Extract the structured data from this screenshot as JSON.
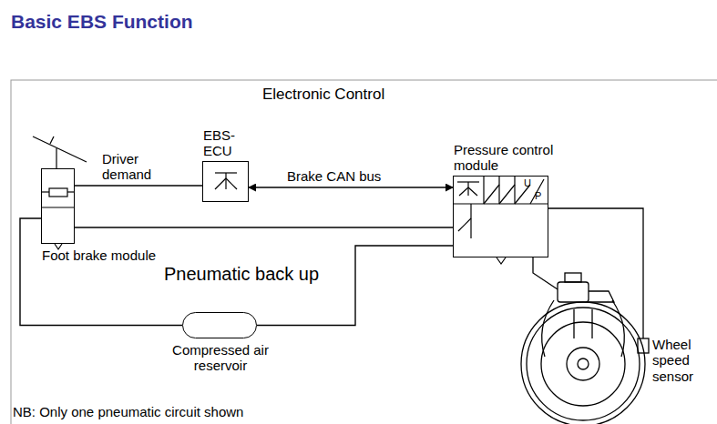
{
  "diagram": {
    "title": "Basic EBS Function",
    "nodes": [
      {
        "text": [
          "Foot brake module"
        ]
      },
      {
        "text": [
          "EBS- ECU"
        ]
      },
      {
        "text": [
          "Pressure control module"
        ]
      },
      {
        "text": [
          "Compressed air reservoir"
        ]
      }
    ],
    "edges": [
      {
        "from": 0,
        "to": 1,
        "label": "Driver demand",
        "arrow": "none"
      },
      {
        "from": 1,
        "to": 2,
        "label": "Brake CAN bus",
        "arrow": "both"
      },
      {
        "from": 0,
        "to": 2,
        "arrow": "none"
      },
      {
        "from": 3,
        "to": 0,
        "arrow": "none"
      },
      {
        "from": 3,
        "to": 2,
        "arrow": "none"
      }
    ],
    "labels": [
      "Electronic Control",
      "Pneumatic back up",
      "U",
      "P",
      "Wheel speed sensor",
      "NB: Only one pneumatic circuit shown"
    ]
  }
}
